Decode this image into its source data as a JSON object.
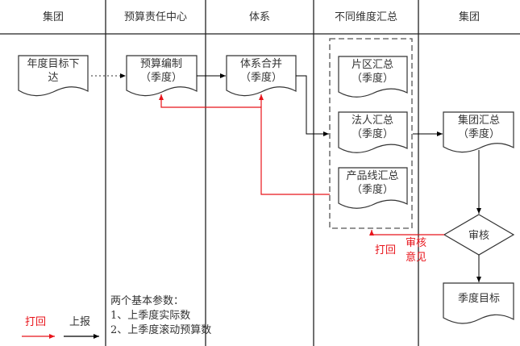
{
  "lanes": [
    {
      "title": "集团"
    },
    {
      "title": "预算责任中心"
    },
    {
      "title": "体系"
    },
    {
      "title": "不同维度汇总"
    },
    {
      "title": "集团"
    }
  ],
  "nodes": {
    "annual_target": {
      "line1": "年度目标下",
      "line2": "达"
    },
    "budget_prep": {
      "line1": "预算编制",
      "line2": "（季度）"
    },
    "system_merge": {
      "line1": "体系合并",
      "line2": "（季度）"
    },
    "region_summary": {
      "line1": "片区汇总",
      "line2": "（季度）"
    },
    "legal_summary": {
      "line1": "法人汇总",
      "line2": "（季度）"
    },
    "product_summary": {
      "line1": "产品线汇总",
      "line2": "（季度）"
    },
    "group_summary": {
      "line1": "集团汇总",
      "line2": "（季度）"
    },
    "review": {
      "label": "审核"
    },
    "quarter_target": {
      "label": "季度目标"
    }
  },
  "annotations": {
    "return_label": "打回",
    "review_opinion_line1": "审核",
    "review_opinion_line2": "意见"
  },
  "legend": {
    "return_label": "打回",
    "report_label": "上报"
  },
  "params_note": {
    "title": "两个基本参数：",
    "item1": "1、上季度实际数",
    "item2": "2、上季度滚动预算数"
  },
  "colors": {
    "return_line": "#e8141b",
    "report_line": "#000000"
  }
}
